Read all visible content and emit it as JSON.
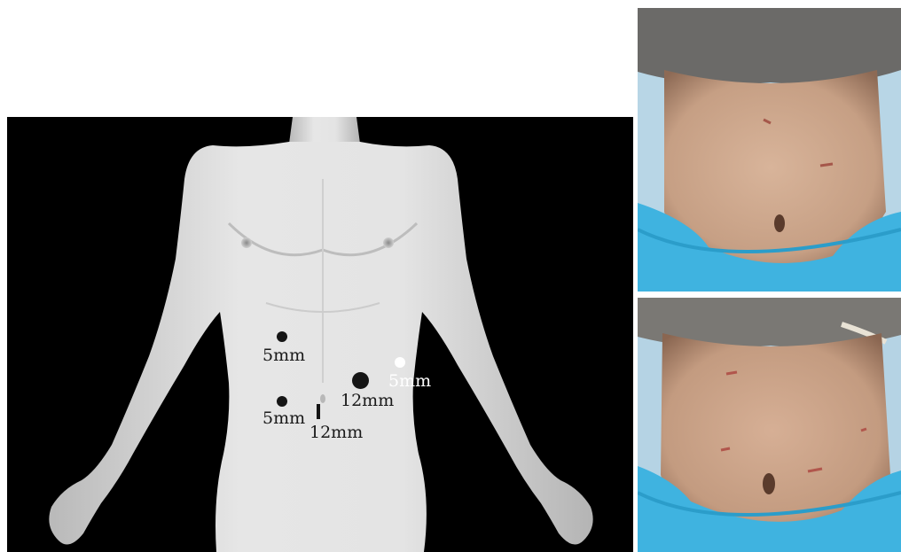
{
  "figure": {
    "diagram": {
      "ports": [
        {
          "label": "5mm",
          "kind": "dark-dot"
        },
        {
          "label": "5mm",
          "kind": "dark-dot"
        },
        {
          "label": "12mm",
          "kind": "large-dark-dot"
        },
        {
          "label": "5mm",
          "kind": "white-dot"
        },
        {
          "label": "12mm",
          "kind": "incision-line"
        }
      ],
      "colors": {
        "background": "#000000",
        "body": "#d9d9d9",
        "marker_dark": "#151515",
        "marker_light": "#ffffff"
      }
    },
    "photos": [
      {
        "subject": "postoperative abdomen, early",
        "colors": {
          "towel": "#3fb3e0",
          "skin": "#c9a58a",
          "shirt": "#6b6a68"
        }
      },
      {
        "subject": "postoperative abdomen, later",
        "colors": {
          "towel": "#3fb3e0",
          "skin": "#c8a187",
          "shirt": "#7a7874"
        }
      }
    ]
  }
}
